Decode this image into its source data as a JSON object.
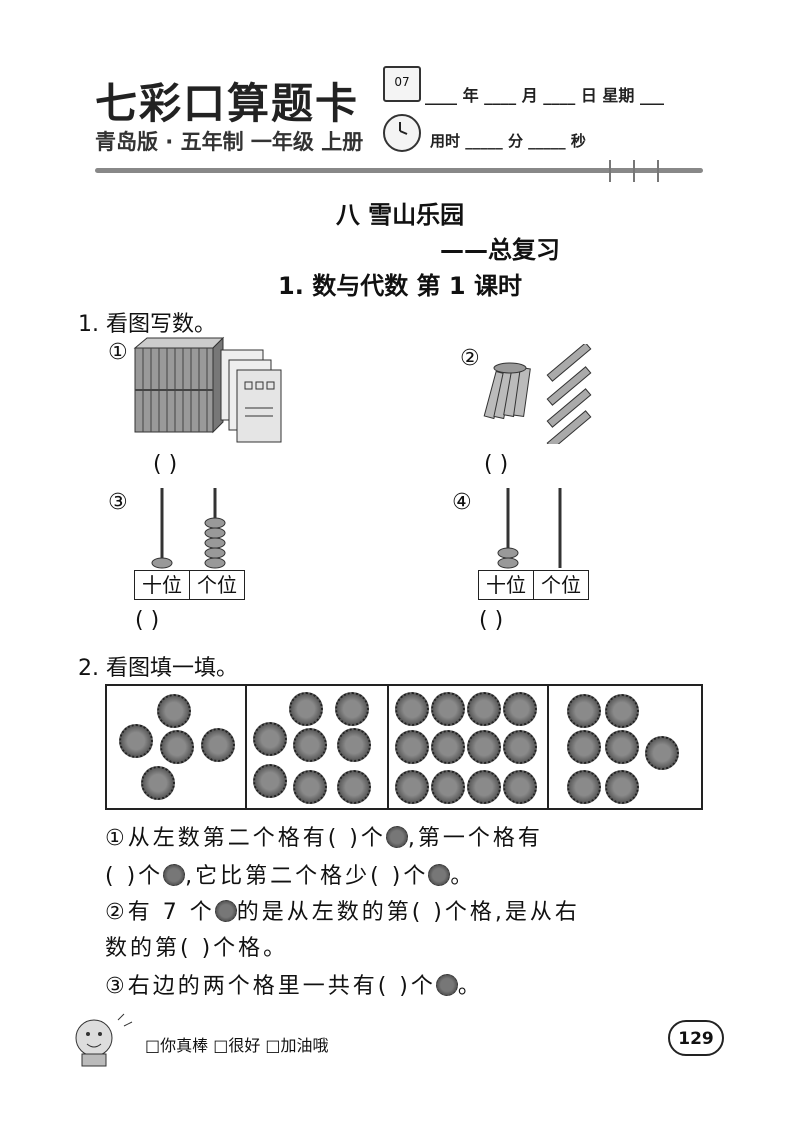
{
  "header": {
    "logo": "七彩口算题卡",
    "edition": "青岛版 · 五年制 一年级 上册",
    "calendar_day": "07",
    "date_label": "____ 年 ____ 月 ____ 日   星期 ___",
    "time_label": "用时 _____ 分 _____ 秒"
  },
  "titles": {
    "unit": "八   雪山乐园",
    "subtitle": "——总复习",
    "lesson": "1. 数与代数   第 1 课时"
  },
  "q1": {
    "prompt": "1. 看图写数。",
    "items": [
      "①",
      "②",
      "③",
      "④"
    ],
    "answer": "(        )",
    "tens_label": "十位",
    "ones_label": "个位"
  },
  "q2": {
    "prompt": "2. 看图填一填。",
    "s1a": "①从左数第二个格有(        )个",
    "s1b": ",第一个格有",
    "s1c": "(        )个",
    "s1d": ",它比第二个格少(        )个",
    "s1e": "。",
    "s2a": "②有 7 个",
    "s2b": "的是从左数的第(        )个格,是从右",
    "s2c": "数的第(        )个格。",
    "s3a": "③右边的两个格里一共有(        )个",
    "s3b": "。"
  },
  "footer": {
    "evaluation": "□你真棒   □很好   □加油哦",
    "page_number": "129"
  }
}
